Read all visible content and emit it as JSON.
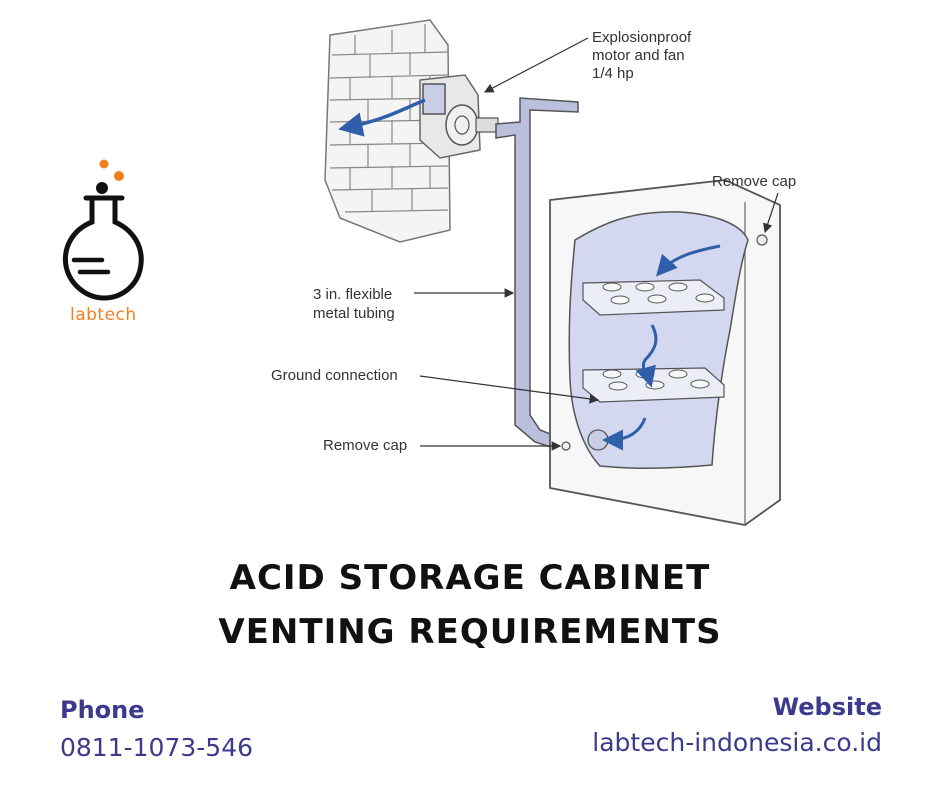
{
  "logo": {
    "text": "labtech",
    "color": "#f07f1e"
  },
  "diagram": {
    "labels": {
      "motor_line1": "Explosionproof",
      "motor_line2": "motor and fan",
      "motor_line3": "1/4 hp",
      "remove_cap_top": "Remove cap",
      "tubing_line1": "3 in. flexible",
      "tubing_line2": "metal tubing",
      "ground": "Ground connection",
      "remove_cap_bottom": "Remove cap"
    },
    "colors": {
      "air_flow": "#2e5fa8",
      "cabinet_fill": "#d3d8f0",
      "tube_fill": "#b9bfdc"
    }
  },
  "title": {
    "line1": "ACID STORAGE CABINET",
    "line2": "VENTING REQUIREMENTS"
  },
  "contact": {
    "phone_label": "Phone",
    "phone_value": "0811-1073-546",
    "website_label": "Website",
    "website_value": "labtech-indonesia.co.id",
    "color": "#3c3a8c"
  }
}
